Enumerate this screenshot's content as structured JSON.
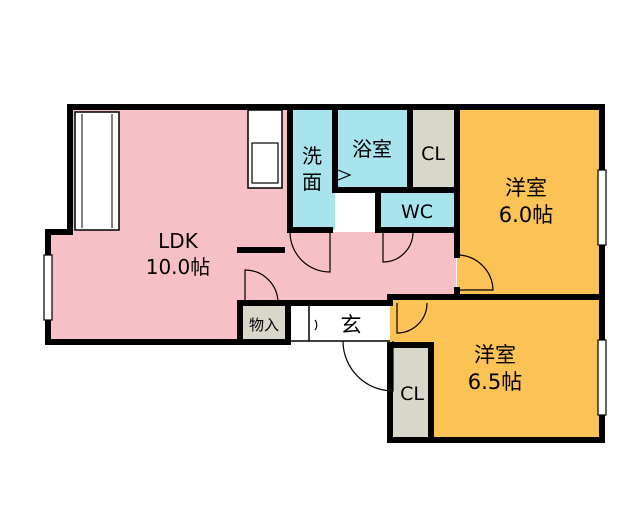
{
  "floorplan": {
    "rooms": {
      "ldk": {
        "name": "LDK",
        "size": "10.0帖",
        "color": "#f7c0c7"
      },
      "western1": {
        "name": "洋室",
        "size": "6.0帖",
        "color": "#fbc255"
      },
      "western2": {
        "name": "洋室",
        "size": "6.5帖",
        "color": "#fbc255"
      },
      "washroom": {
        "name_line1": "洗",
        "name_line2": "面",
        "color": "#a7e4ee"
      },
      "bathroom": {
        "name": "浴室",
        "color": "#a7e4ee"
      },
      "toilet": {
        "name": "WC",
        "color": "#a7e4ee"
      },
      "entrance": {
        "name": "玄"
      },
      "storage": {
        "name": "物入",
        "color": "#d9d7c9"
      },
      "closet1": {
        "name": "CL",
        "color": "#d9d7c9"
      },
      "closet2": {
        "name": "CL",
        "color": "#d9d7c9"
      }
    },
    "colors": {
      "wall": "#000000",
      "hall": "#f7c0c7",
      "entrance_floor": "#ffffff"
    }
  }
}
